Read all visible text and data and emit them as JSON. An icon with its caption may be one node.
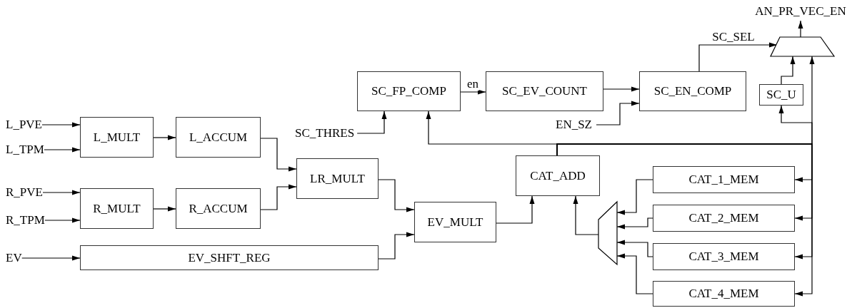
{
  "diagram": {
    "nodes": [
      {
        "text": [
          "AN_PR_VEC_EN"
        ]
      },
      {
        "text": [],
        "shape": "trapezoid"
      },
      {
        "text": [
          "SC_FP_COMP"
        ]
      },
      {
        "text": [
          "SC_EV_COUNT"
        ]
      },
      {
        "text": [
          "SC_EN_COMP"
        ]
      },
      {
        "text": [
          "SC_U"
        ]
      },
      {
        "text": [
          "L_PVE"
        ]
      },
      {
        "text": [
          "L_TPM"
        ]
      },
      {
        "text": [
          "L_MULT"
        ]
      },
      {
        "text": [
          "L_ACCUM"
        ]
      },
      {
        "text": [
          "SC_THRES"
        ]
      },
      {
        "text": [
          "EN_SZ"
        ]
      },
      {
        "text": [
          "CAT_ADD"
        ]
      },
      {
        "text": [
          "LR_MULT"
        ]
      },
      {
        "text": [
          "CAT_1_MEM"
        ]
      },
      {
        "text": [
          "R_PVE"
        ]
      },
      {
        "text": [
          "R_TPM"
        ]
      },
      {
        "text": [
          "R_MULT"
        ]
      },
      {
        "text": [
          "R_ACCUM"
        ]
      },
      {
        "text": [
          "EV_MULT"
        ]
      },
      {
        "text": [
          "CAT_2_MEM"
        ]
      },
      {
        "text": [],
        "shape": "trapezoid"
      },
      {
        "text": [
          "EV"
        ]
      },
      {
        "text": [
          "EV_SHFT_REG"
        ]
      },
      {
        "text": [
          "CAT_3_MEM"
        ]
      },
      {
        "text": [
          "CAT_4_MEM"
        ]
      }
    ],
    "edges": [
      {
        "from": 6,
        "to": 8,
        "arrow": "to"
      },
      {
        "from": 7,
        "to": 8,
        "arrow": "to"
      },
      {
        "from": 15,
        "to": 17,
        "arrow": "to"
      },
      {
        "from": 16,
        "to": 17,
        "arrow": "to"
      },
      {
        "from": 22,
        "to": 23,
        "arrow": "to"
      },
      {
        "from": 8,
        "to": 9,
        "arrow": "to"
      },
      {
        "from": 17,
        "to": 18,
        "arrow": "to"
      },
      {
        "from": 9,
        "to": 13,
        "arrow": "to"
      },
      {
        "from": 18,
        "to": 13,
        "arrow": "to"
      },
      {
        "from": 13,
        "to": 19,
        "arrow": "to"
      },
      {
        "from": 23,
        "to": 19,
        "arrow": "to"
      },
      {
        "from": 19,
        "to": 12,
        "arrow": "to"
      },
      {
        "from": 10,
        "to": 2,
        "arrow": "to"
      },
      {
        "from": 2,
        "to": 3,
        "arrow": "to",
        "label": "en"
      },
      {
        "from": 3,
        "to": 4,
        "arrow": "to"
      },
      {
        "from": 11,
        "to": 4,
        "arrow": "to"
      },
      {
        "from": 4,
        "to": 1,
        "arrow": "to",
        "label": "SC_SEL"
      },
      {
        "from": 5,
        "to": 1,
        "arrow": "to"
      },
      {
        "from": 1,
        "to": 0,
        "arrow": "to"
      },
      {
        "from": 12,
        "to": 2,
        "arrow": "to"
      },
      {
        "from": 12,
        "to": 1,
        "arrow": "to"
      },
      {
        "from": 12,
        "to": 5,
        "arrow": "to"
      },
      {
        "from": 12,
        "to": 14,
        "arrow": "to"
      },
      {
        "from": 12,
        "to": 20,
        "arrow": "to"
      },
      {
        "from": 12,
        "to": 24,
        "arrow": "to"
      },
      {
        "from": 12,
        "to": 25,
        "arrow": "to"
      },
      {
        "from": 14,
        "to": 21,
        "arrow": "to"
      },
      {
        "from": 20,
        "to": 21,
        "arrow": "to"
      },
      {
        "from": 24,
        "to": 21,
        "arrow": "to"
      },
      {
        "from": 25,
        "to": 21,
        "arrow": "to"
      },
      {
        "from": 21,
        "to": 12,
        "arrow": "to"
      }
    ]
  }
}
